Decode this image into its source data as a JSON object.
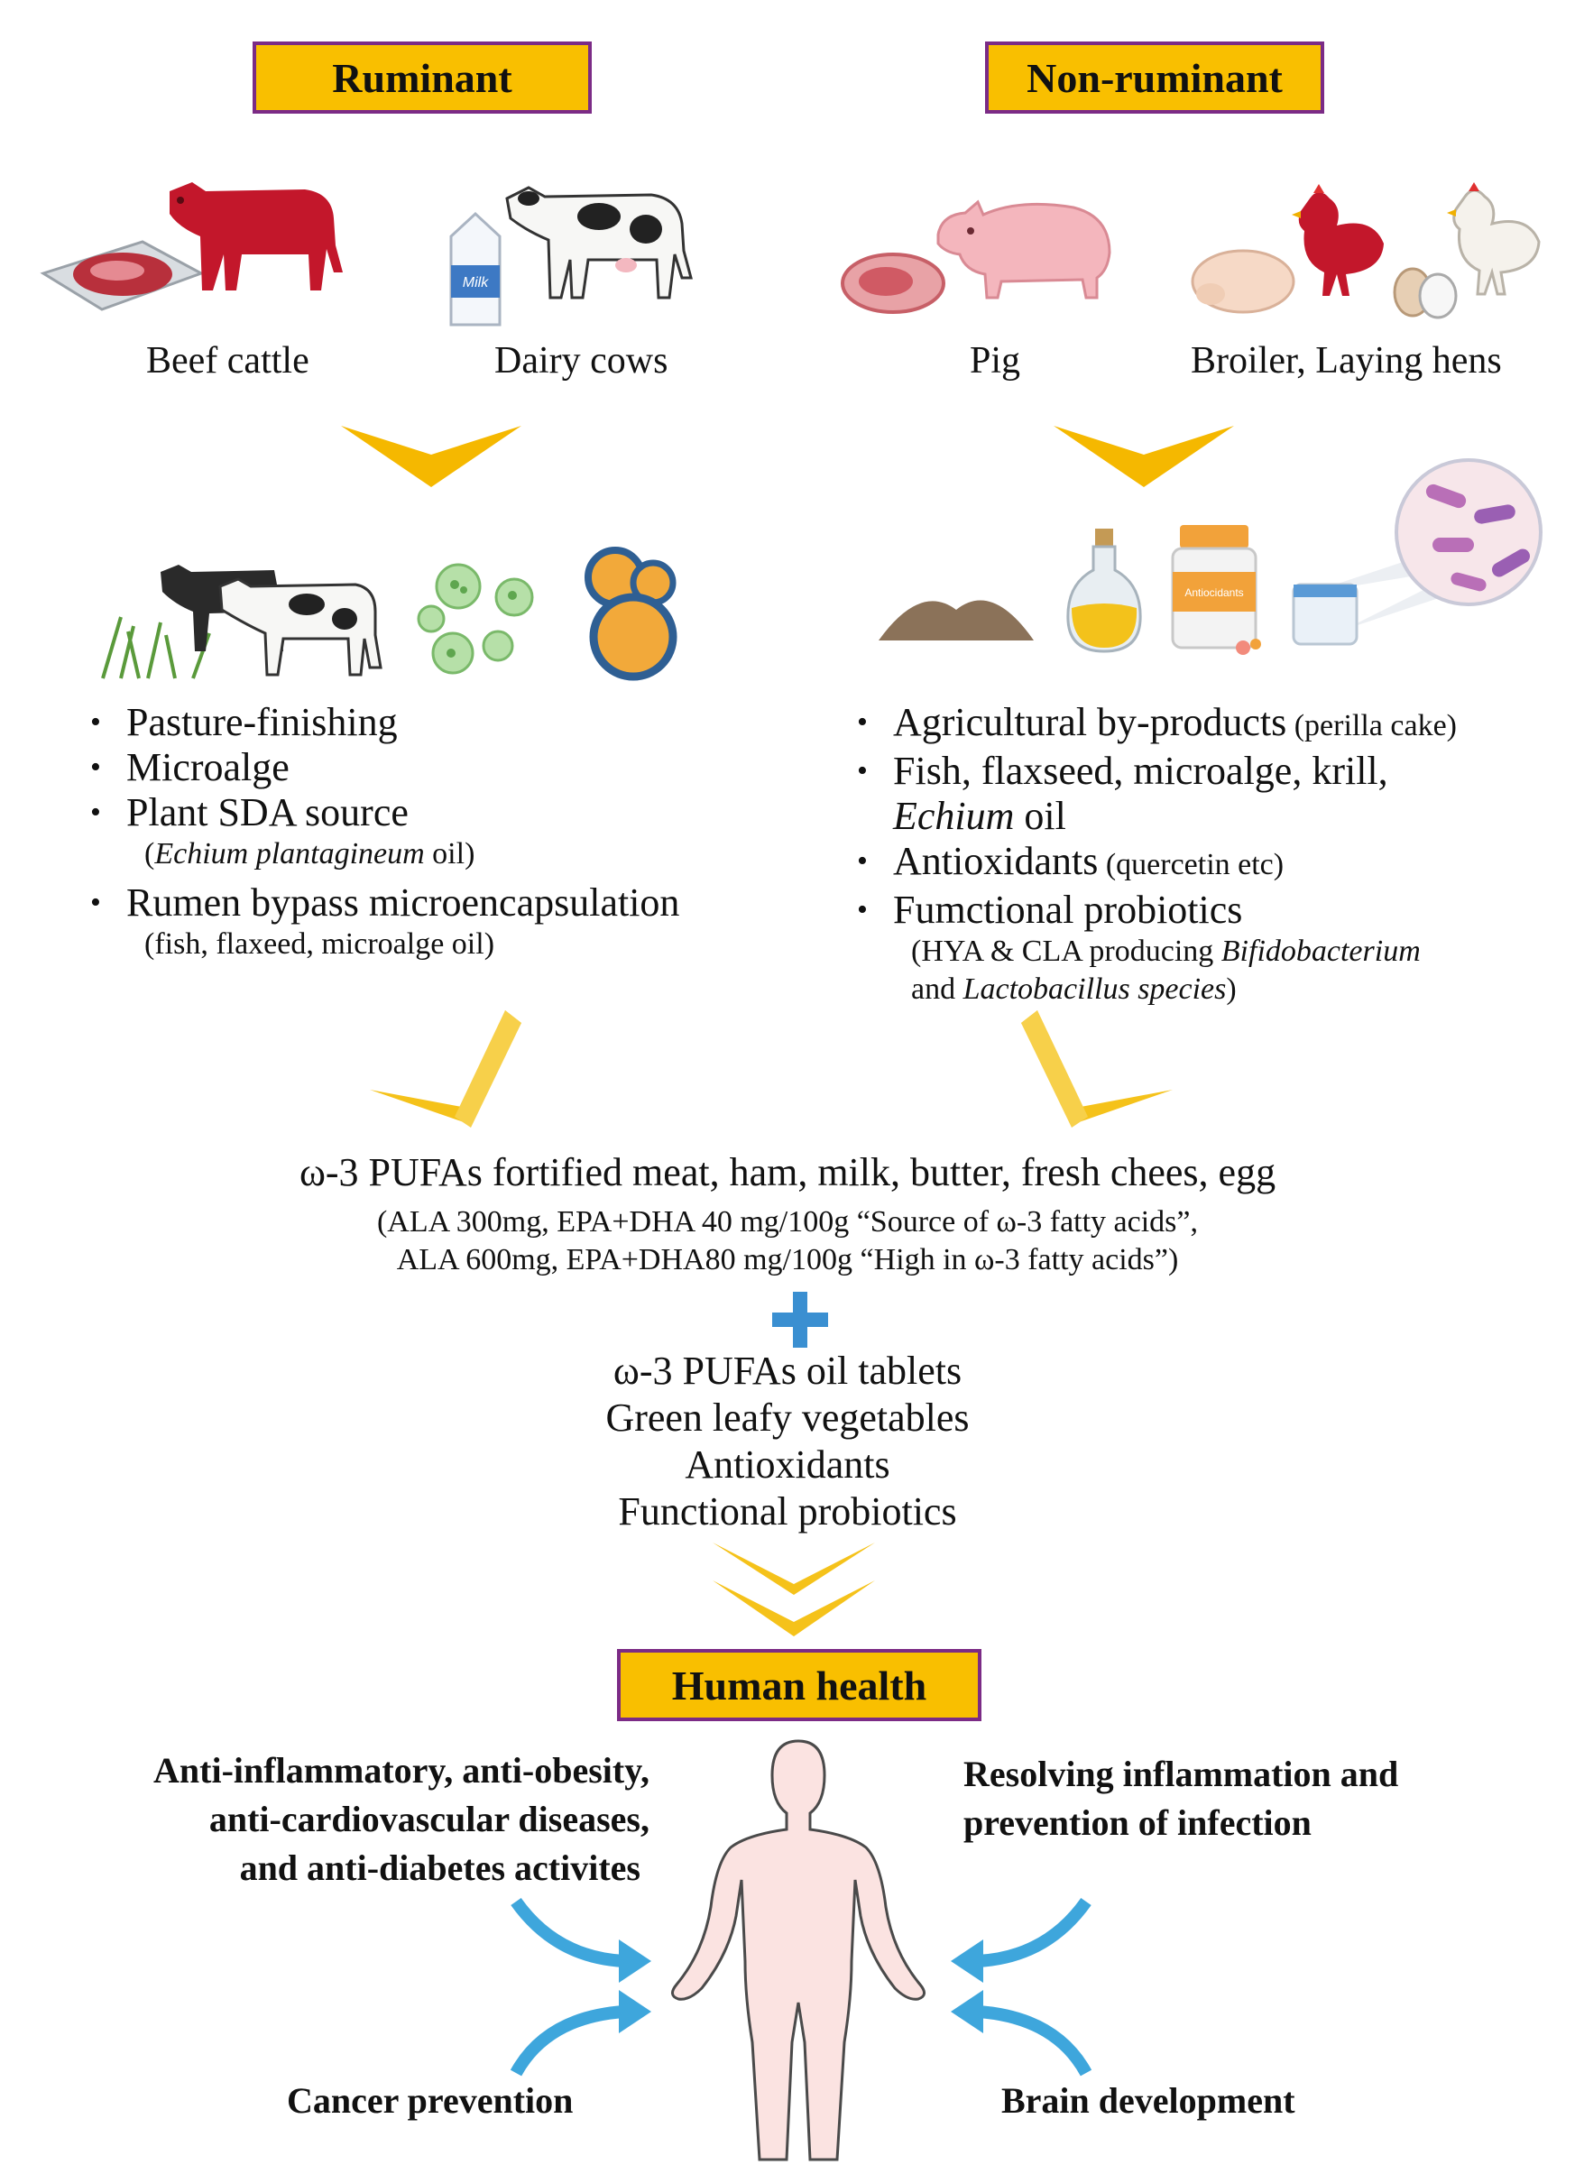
{
  "top_labels": {
    "ruminant": "Ruminant",
    "non_ruminant": "Non-ruminant"
  },
  "animals": {
    "beef_cattle": "Beef cattle",
    "dairy_cows": "Dairy cows",
    "pig": "Pig",
    "poultry": "Broiler, Laying hens",
    "milk_carton": "Milk",
    "antioxidants_jar": "Antiocidants"
  },
  "ruminant_strategies": {
    "item1": "Pasture-finishing",
    "item2": "Microalge",
    "item3": "Plant SDA source",
    "item3_sub_open": "(",
    "item3_sub_italic": "Echium plantagineum",
    "item3_sub_close": " oil)",
    "item4": "Rumen bypass microencapsulation",
    "item4_sub": "(fish, flaxeed, microalge oil)"
  },
  "nonruminant_strategies": {
    "item1": "Agricultural by-products",
    "item1_small": " (perilla cake)",
    "item2": "Fish, flaxseed, microalge,  krill,",
    "item2_italic": "Echium",
    "item2_end": " oil",
    "item3": "Antioxidants",
    "item3_small": " (quercetin etc)",
    "item4": "Fumctional probiotics",
    "item4_sub_a": "(HYA & CLA producing ",
    "item4_sub_italic_a": "Bifidobacterium",
    "item4_sub_b": "and ",
    "item4_sub_italic_b": "Lactobacillus species",
    "item4_sub_c": ")"
  },
  "fortified": {
    "main": "ω-3 PUFAs fortified meat, ham, milk, butter, fresh chees, egg",
    "line1": "(ALA 300mg, EPA+DHA 40 mg/100g “Source of ω-3 fatty acids”,",
    "line2": "ALA 600mg, EPA+DHA80 mg/100g “High in ω-3 fatty acids”)"
  },
  "plus_sign": "+",
  "supplements": [
    "ω-3 PUFAs oil tablets",
    "Green leafy vegetables",
    "Antioxidants",
    "Functional probiotics"
  ],
  "human_health": {
    "title": "Human health",
    "left_top_1": "Anti-inflammatory, anti-obesity,",
    "left_top_2": "anti-cardiovascular diseases,",
    "left_top_3": "and anti-diabetes activites",
    "right_top_1": "Resolving inflammation and",
    "right_top_2": "prevention of infection",
    "left_bottom": "Cancer prevention",
    "right_bottom": "Brain development"
  },
  "colors": {
    "label_fill": "#f9bf00",
    "label_border": "#7b2b86",
    "chevron": "#f5b800",
    "arrow_blue": "#3ea6dc",
    "plus_blue": "#3a8fd1",
    "beef_red": "#c3172b",
    "body_pink": "#fbe3e1"
  }
}
